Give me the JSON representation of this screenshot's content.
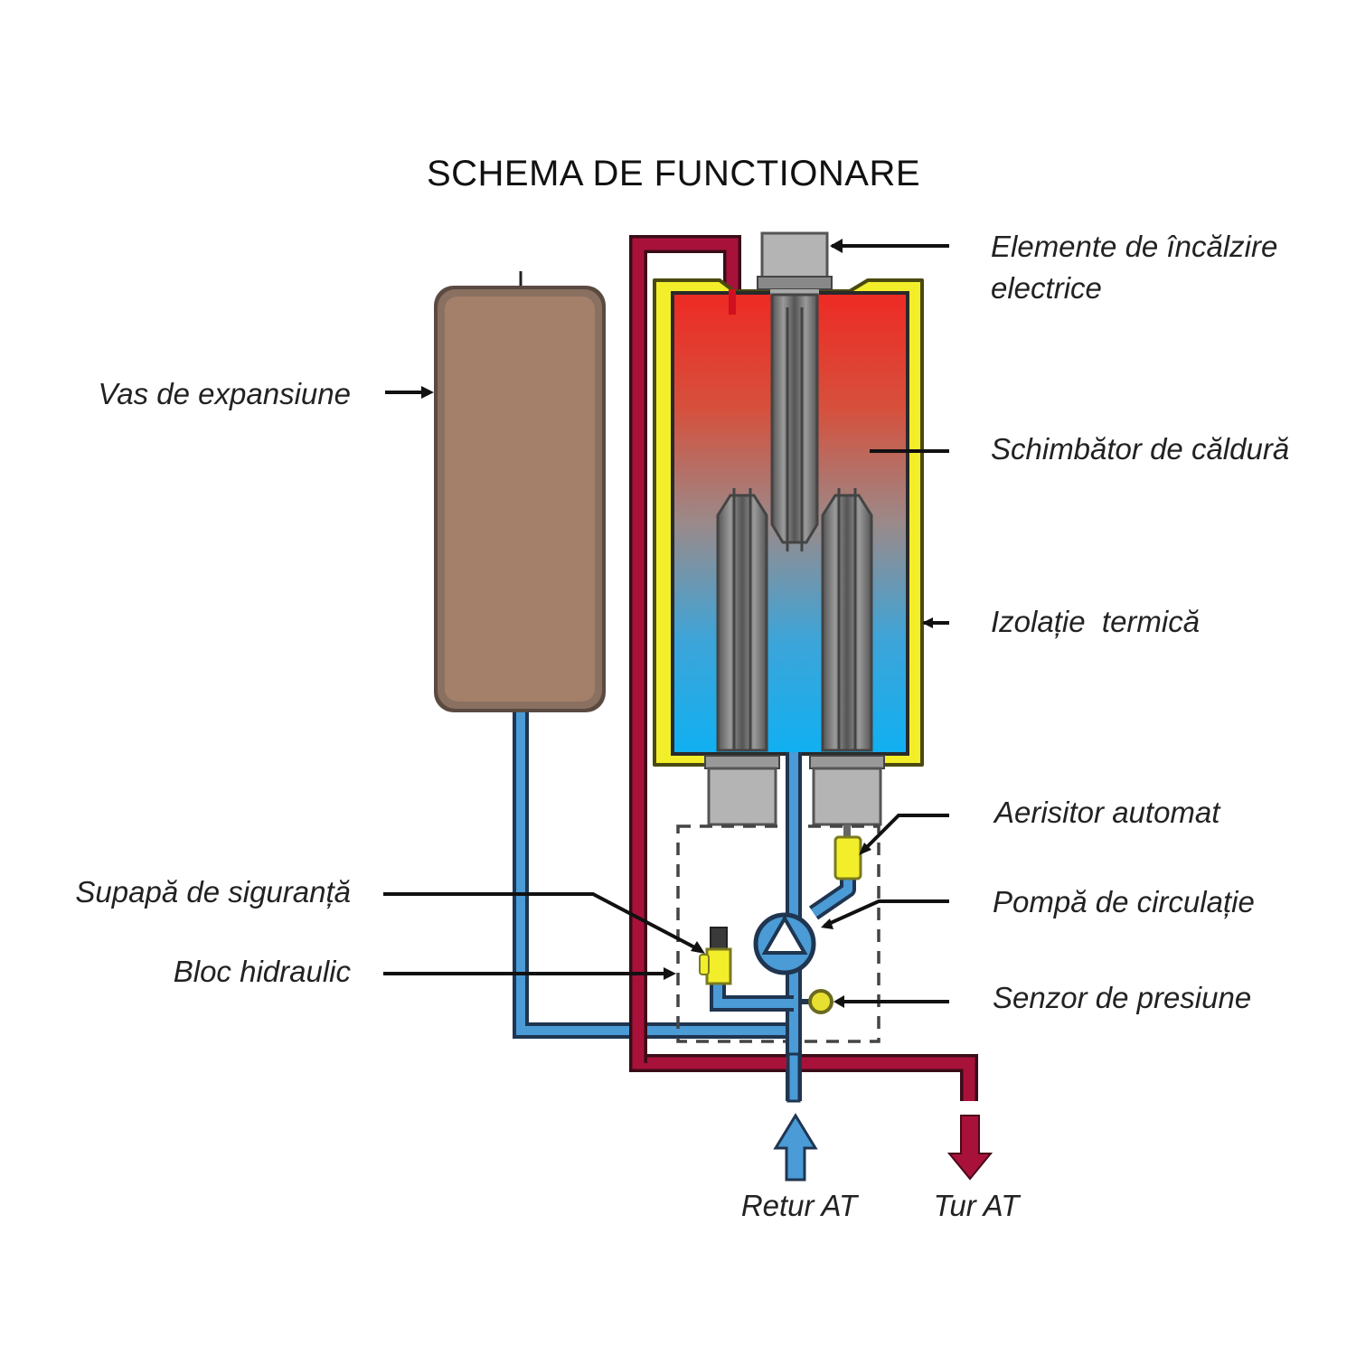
{
  "title": "SCHEMA DE FUNCTIONARE",
  "colors": {
    "hot_pipe": "#a8123a",
    "cold_pipe": "#4a9bd6",
    "pipe_outline": "#1f3550",
    "insulation": "#f3ee2a",
    "expansion_vessel": "#a4806a",
    "heater_gray": "#9a9a9a",
    "exchanger_top": "#ee2a24",
    "exchanger_mid": "#9a8a8a",
    "exchanger_bottom": "#12aef0"
  },
  "labels": {
    "elements_line1": "Elemente de încălzire",
    "elements_line2": "electrice",
    "exchanger": "Schimbător de căldură",
    "insulation": "Izolație  termică",
    "air_vent": "Aerisitor automat",
    "pump": "Pompă de circulație",
    "pressure_sensor": "Senzor de presiune",
    "expansion_vessel": "Vas de expansiune",
    "safety_valve": "Supapă de siguranță",
    "hydraulic_block": "Bloc hidraulic",
    "return": "Retur AT",
    "flow": "Tur AT"
  }
}
